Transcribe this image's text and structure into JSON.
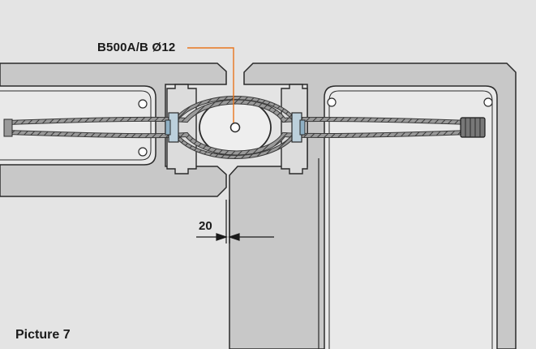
{
  "figure": {
    "rebar_label": "B500A/B Ø12",
    "dimension_label": "20",
    "caption": "Picture 7"
  },
  "colors": {
    "background": "#e4e4e4",
    "panel_fill": "#c8c8c8",
    "outline": "#2a2a2a",
    "leader_line": "#e8761e",
    "cable": "#5a5a5a"
  }
}
